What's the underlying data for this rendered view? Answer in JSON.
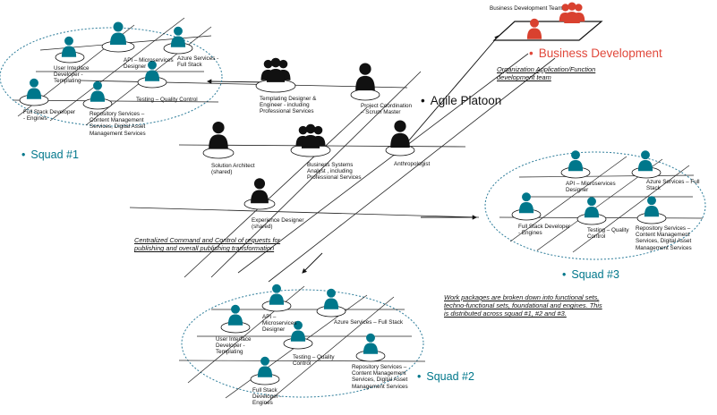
{
  "colors": {
    "teal": "#00778b",
    "black": "#111111",
    "red": "#d9412f",
    "dotted": "#2e7d9a"
  },
  "icons": [
    "person-icon",
    "group-icon"
  ],
  "bullet": "•",
  "top_squad": {
    "title": "Squad #1",
    "roles": {
      "api": "API – Microservices Designer",
      "azure": "Azure Services - Full Stack",
      "ui": "User Interface Developer - Templating",
      "testing": "Testing – Quality Control",
      "fullstack": "Full Stack Developer - Engines",
      "repo": "Repository Services – Content Management Services, Digital Asset Management Services"
    }
  },
  "platoon": {
    "title": "Agile Platoon",
    "templating": "Templating Designer & Engineer - including Professional Services",
    "coordination": "Project Coordination – Scrum Master",
    "architect": "Solution Architect (shared)",
    "analyst": "Business Systems Analyst , including Professional Services",
    "anthropologist": "Anthropologist",
    "experience": "Experience Designer (shared)"
  },
  "business": {
    "team_label": "Business Development Team",
    "title": "Business Development",
    "note": "Organization Application/Function development team"
  },
  "command_note": "Centralized Command and Control of requests for publishing and overall publishing transformation",
  "squad3": {
    "title": "Squad #3",
    "roles": {
      "api": "API – Microservices Designer",
      "azure": "Azure Services – Full Stack",
      "fullstack": "Full Stack Developer - Engines",
      "testing": "Testing – Quality Control",
      "repo": "Repository Services – Content Management Services, Digital Asset Management Services"
    }
  },
  "squad2": {
    "title": "Squad #2",
    "roles": {
      "api": "API – Microservices Designer",
      "azure": "Azure Services – Full Stack",
      "ui": "User Interface Developer - Templating",
      "testing": "Testing – Quality Control",
      "fullstack": "Full Stack Developer - Engines",
      "repo": "Repository Services – Content Management Services, Digital Asset Management Services"
    }
  },
  "work_note": "Work packages are broken down into functional sets, techno-functional sets, foundational and engines. This is distributed across squad #1, #2 and #3."
}
